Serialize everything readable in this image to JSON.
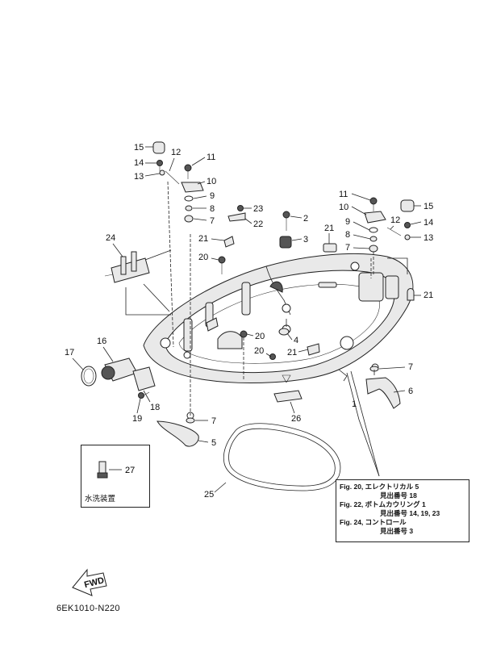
{
  "parts": {
    "p1": "1",
    "p2": "2",
    "p3": "3",
    "p4": "4",
    "p5": "5",
    "p6": "6",
    "p7": "7",
    "p8": "8",
    "p9": "9",
    "p10": "10",
    "p11": "11",
    "p12": "12",
    "p13": "13",
    "p14": "14",
    "p15": "15",
    "p16": "16",
    "p17": "17",
    "p18": "18",
    "p19": "19",
    "p20": "20",
    "p21": "21",
    "p22": "22",
    "p23": "23",
    "p24": "24",
    "p25": "25",
    "p26": "26",
    "p27": "27"
  },
  "wash_box": {
    "label": "水洗装置",
    "part": "27"
  },
  "reference": [
    {
      "fig": "Fig. 20, エレクトリカル 5",
      "sub": "見出番号 18"
    },
    {
      "fig": "Fig. 22, ボトムカウリング 1",
      "sub": "見出番号 14, 19, 23"
    },
    {
      "fig": "Fig. 24, コントロール",
      "sub": "見出番号 3"
    }
  ],
  "fwd_label": "FWD",
  "drawing_code": "6EK1010-N220"
}
